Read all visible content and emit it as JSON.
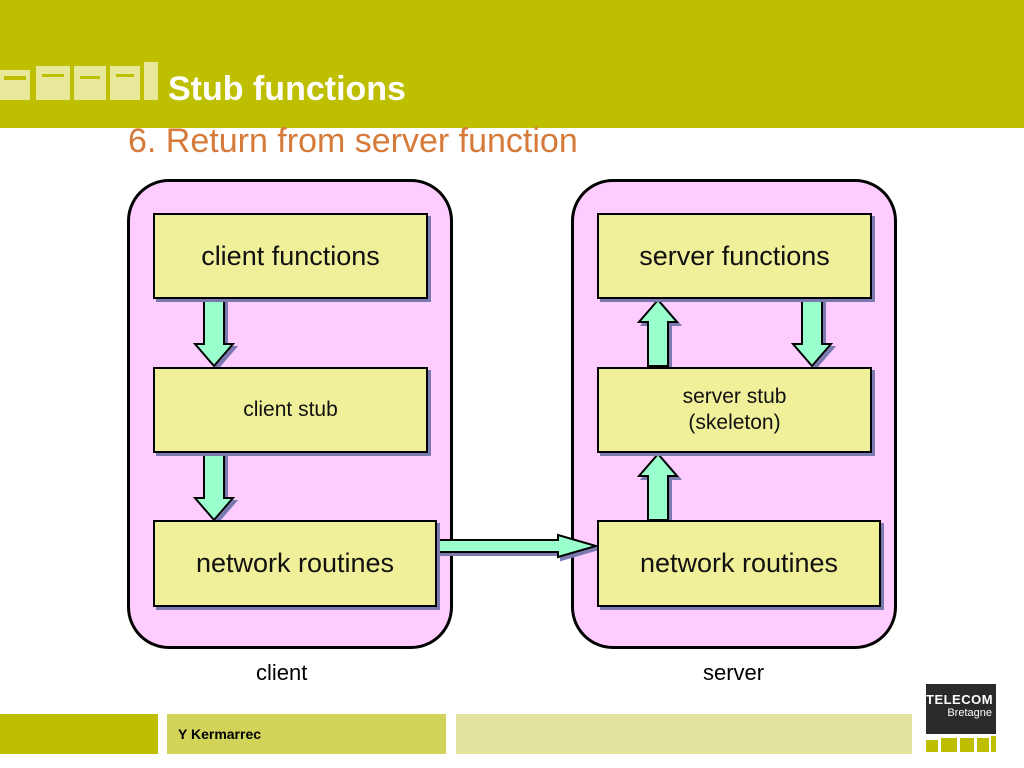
{
  "slide": {
    "title": "Stub functions",
    "subtitle": "6. Return from server function"
  },
  "client": {
    "label": "client",
    "functions": "client functions",
    "stub": "client stub",
    "network": "network routines"
  },
  "server": {
    "label": "server",
    "functions": "server functions",
    "stub_line1": "server stub",
    "stub_line2": "(skeleton)",
    "network": "network routines"
  },
  "footer": {
    "author": "Y Kermarrec",
    "logo_line1": "TELECOM",
    "logo_line2": "Bretagne"
  },
  "colors": {
    "header": "#bdbf00",
    "panel": "#ffccff",
    "box": "#f0f09a",
    "arrow": "#99ffcc",
    "subtitle": "#d67a3a"
  }
}
